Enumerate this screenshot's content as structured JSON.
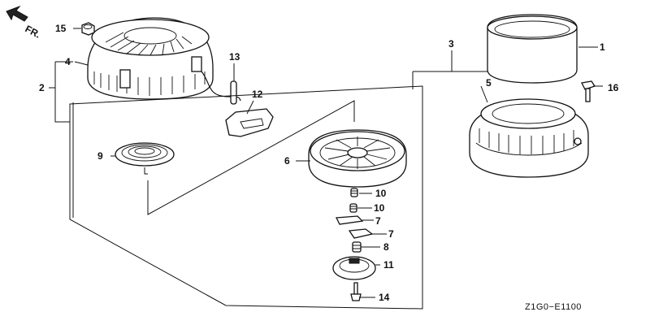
{
  "direction_label": "FR.",
  "diagram_code": "Z1G0−E1100",
  "callouts": {
    "p1": "1",
    "p2": "2",
    "p3": "3",
    "p4": "4",
    "p5": "5",
    "p6": "6",
    "p7a": "7",
    "p7b": "7",
    "p8": "8",
    "p9": "9",
    "p10a": "10",
    "p10b": "10",
    "p11": "11",
    "p12": "12",
    "p13": "13",
    "p14": "14",
    "p15": "15",
    "p16": "16"
  },
  "icons": {
    "direction": "front-arrow-icon"
  }
}
